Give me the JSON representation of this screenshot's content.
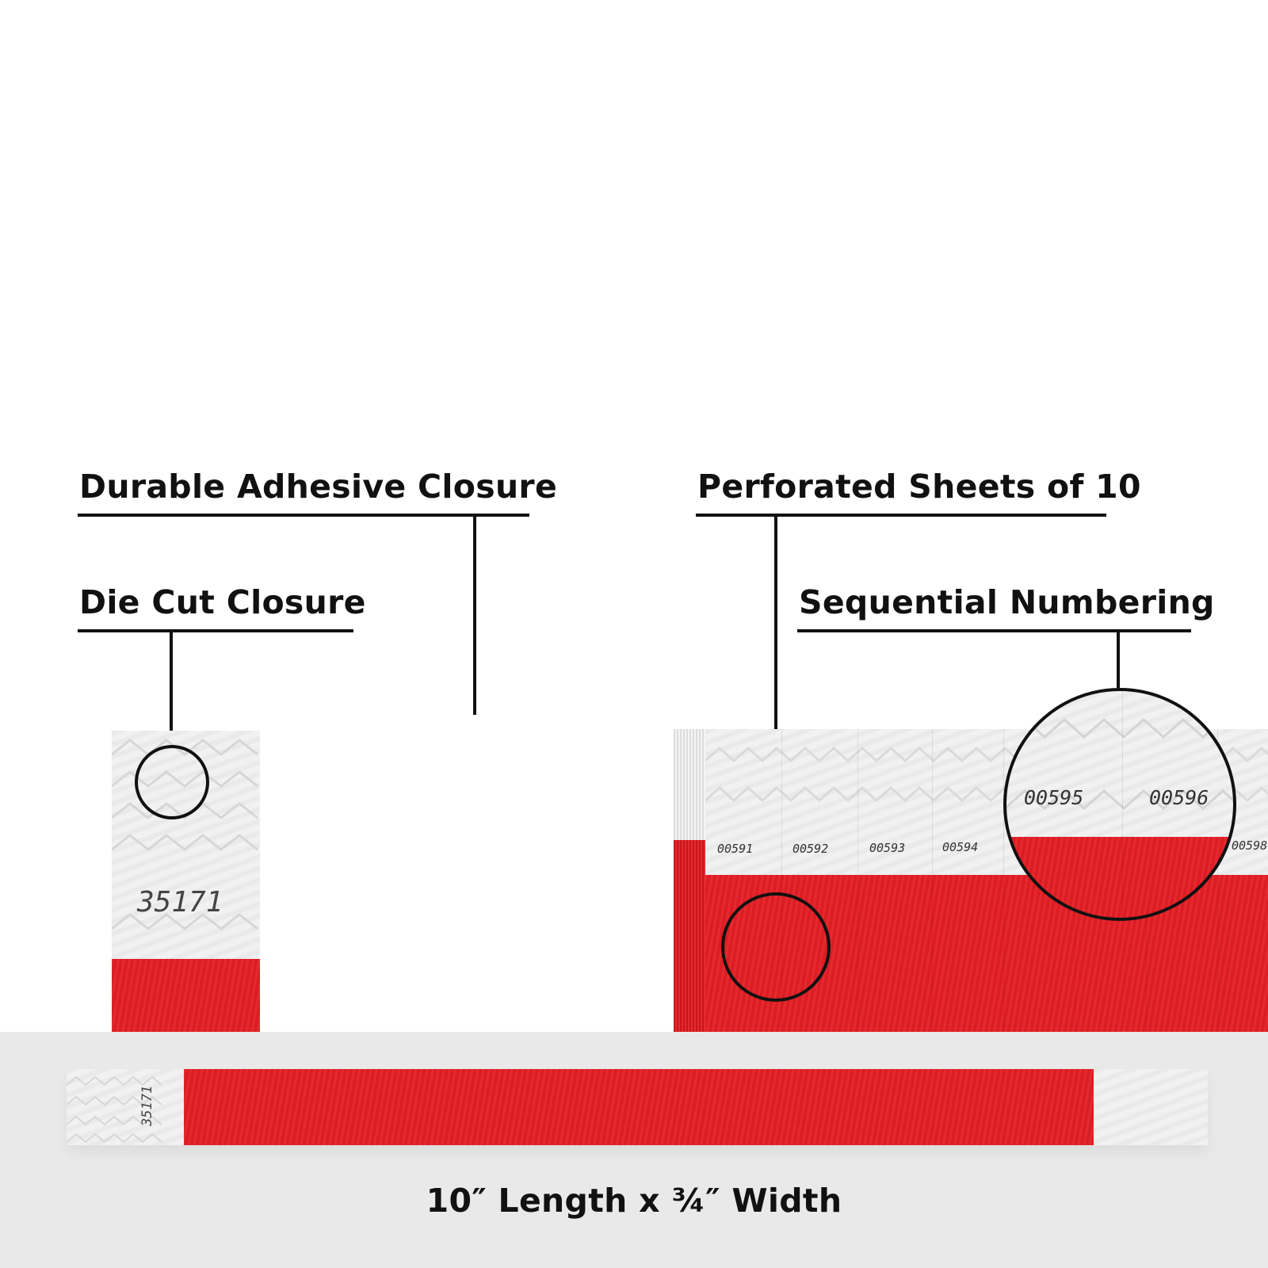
{
  "callouts": {
    "durable_adhesive": "Durable Adhesive Closure",
    "die_cut": "Die Cut Closure",
    "perforated": "Perforated Sheets of 10",
    "sequential": "Sequential Numbering"
  },
  "single_band": {
    "number": "35171"
  },
  "sheet": {
    "numbers": [
      "00591",
      "00592",
      "00593",
      "00594",
      "00598"
    ],
    "zoom_numbers": [
      "00595",
      "00596"
    ]
  },
  "flat_band": {
    "number": "35171"
  },
  "dimensions": "10″ Length x ¾″ Width",
  "colors": {
    "band_red": "#e31e24",
    "band_white": "#f1f1f1",
    "floor": "#e9e9e9"
  }
}
